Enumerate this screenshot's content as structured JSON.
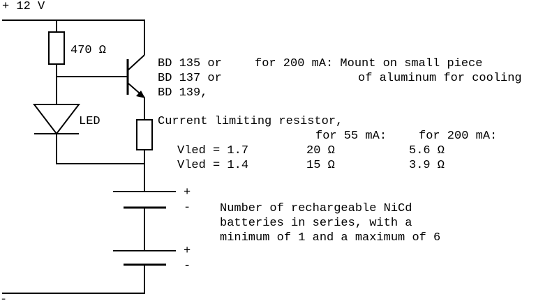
{
  "supply": {
    "positive": "+ 12 V",
    "negative": "-"
  },
  "resistor_top": {
    "label": "470 Ω"
  },
  "led": {
    "label": "LED"
  },
  "transistor_options": {
    "line1": "BD 135 or",
    "line2": "BD 137 or",
    "line3": "BD 139,"
  },
  "note_200ma": {
    "line1": "for 200 mA: Mount on small piece",
    "line2": "of aluminum for cooling"
  },
  "current_limiting": {
    "title": "Current limiting resistor,",
    "header_55": "for 55 mA:",
    "header_200": "for 200 mA:",
    "rows": [
      {
        "label": "Vled = 1.7",
        "r55": "20 Ω",
        "r200": "5.6 Ω"
      },
      {
        "label": "Vled = 1.4",
        "r55": "15 Ω",
        "r200": "3.9 Ω"
      }
    ]
  },
  "battery": {
    "cell1_plus": "+",
    "cell1_minus": "-",
    "cell2_plus": "+",
    "cell2_minus": "-",
    "note_line1": "Number of rechargeable NiCd",
    "note_line2": "batteries in series, with a",
    "note_line3": "minimum of 1 and a maximum of 6"
  }
}
